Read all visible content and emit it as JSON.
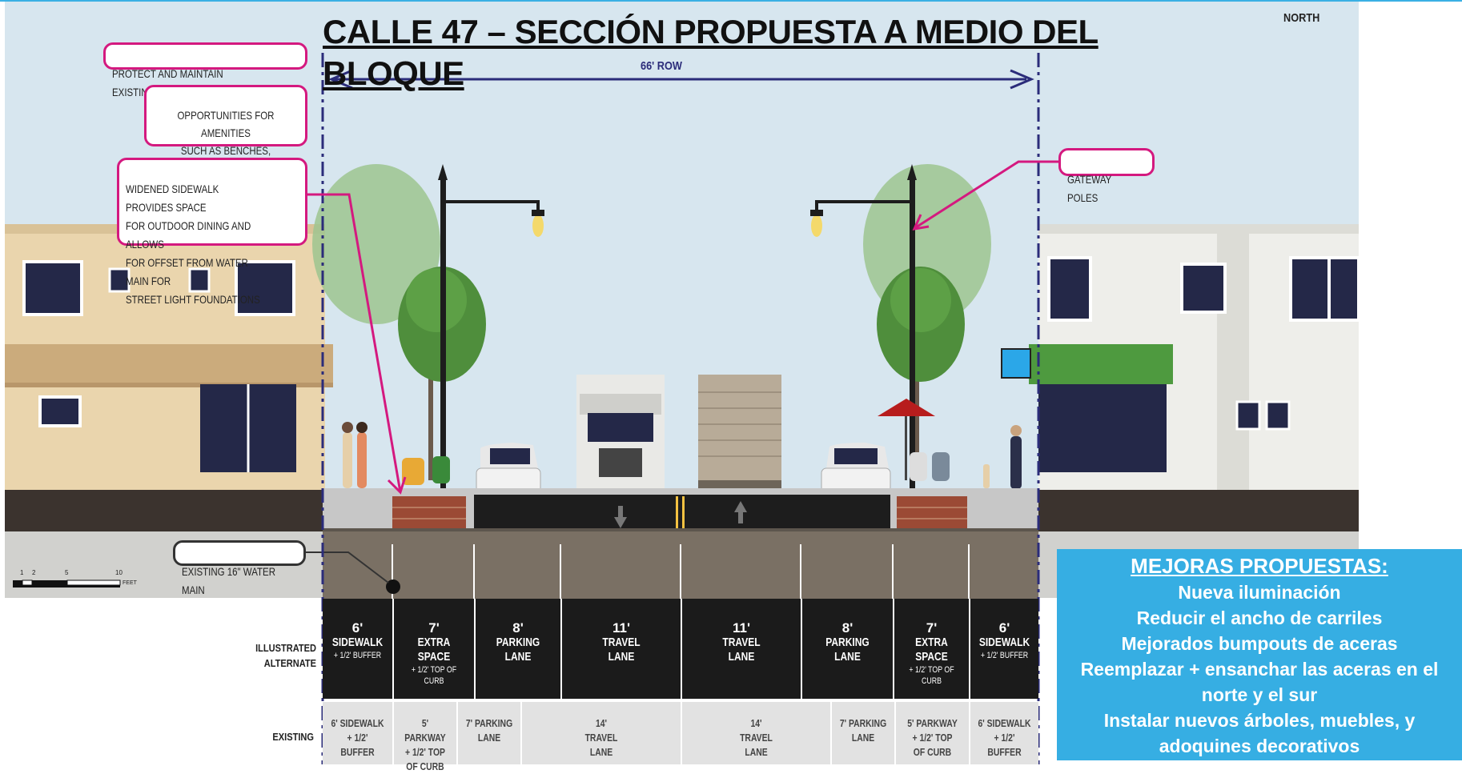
{
  "title": "CALLE 47 – SECCIÓN PROPUESTA A MEDIO DEL BLOQUE",
  "north_label": "NORTH",
  "row_width_label": "66' ROW",
  "callouts": {
    "trees": "PROTECT AND MAINTAIN EXISTING TREES",
    "amenities": "OPPORTUNITIES FOR AMENITIES\nSUCH AS BENCHES, PLANTERS,\nAND BIKE RACKS",
    "sidewalk": "WIDENED SIDEWALK PROVIDES SPACE\nFOR OUTDOOR DINING AND ALLOWS\nFOR OFFSET FROM WATER MAIN FOR\nSTREET LIGHT FOUNDATIONS",
    "gateway": "GATEWAY POLES",
    "water_main": "EXISTING 16\" WATER MAIN"
  },
  "scale": {
    "ticks": [
      "1",
      "2",
      "5",
      "10"
    ],
    "unit": "FEET"
  },
  "row_headers": {
    "illustrated": "ILLUSTRATED\nALTERNATE",
    "existing": "EXISTING"
  },
  "proposed_lanes": [
    {
      "width": "6'",
      "name": "SIDEWALK",
      "sub": "+ 1/2' BUFFER"
    },
    {
      "width": "7'",
      "name": "EXTRA SPACE",
      "sub": "+ 1/2' TOP OF CURB"
    },
    {
      "width": "8'",
      "name": "PARKING\nLANE",
      "sub": ""
    },
    {
      "width": "11'",
      "name": "TRAVEL\nLANE",
      "sub": ""
    },
    {
      "width": "11'",
      "name": "TRAVEL\nLANE",
      "sub": ""
    },
    {
      "width": "8'",
      "name": "PARKING\nLANE",
      "sub": ""
    },
    {
      "width": "7'",
      "name": "EXTRA SPACE",
      "sub": "+ 1/2' TOP OF CURB"
    },
    {
      "width": "6'",
      "name": "SIDEWALK",
      "sub": "+ 1/2' BUFFER"
    }
  ],
  "existing_lanes": [
    "6' SIDEWALK\n+ 1/2'\nBUFFER",
    "5' PARKWAY\n+ 1/2' TOP\nOF CURB",
    "7' PARKING\nLANE",
    "14'\nTRAVEL\nLANE",
    "14'\nTRAVEL\nLANE",
    "7' PARKING\nLANE",
    "5' PARKWAY\n+ 1/2' TOP\nOF CURB",
    "6' SIDEWALK\n+ 1/2'\nBUFFER"
  ],
  "improvements": {
    "heading": "MEJORAS PROPUESTAS:",
    "items": [
      "Nueva iluminación",
      "Reducir el ancho de carriles",
      "Mejorados bumpouts de aceras",
      "Reemplazar + ensanchar las aceras en el norte y el sur",
      "Instalar nuevos árboles, muebles, y adoquines decorativos"
    ]
  },
  "colors": {
    "callout_border": "#d4197f",
    "panel": "#36aee3",
    "row_line": "#2b2c7a"
  }
}
